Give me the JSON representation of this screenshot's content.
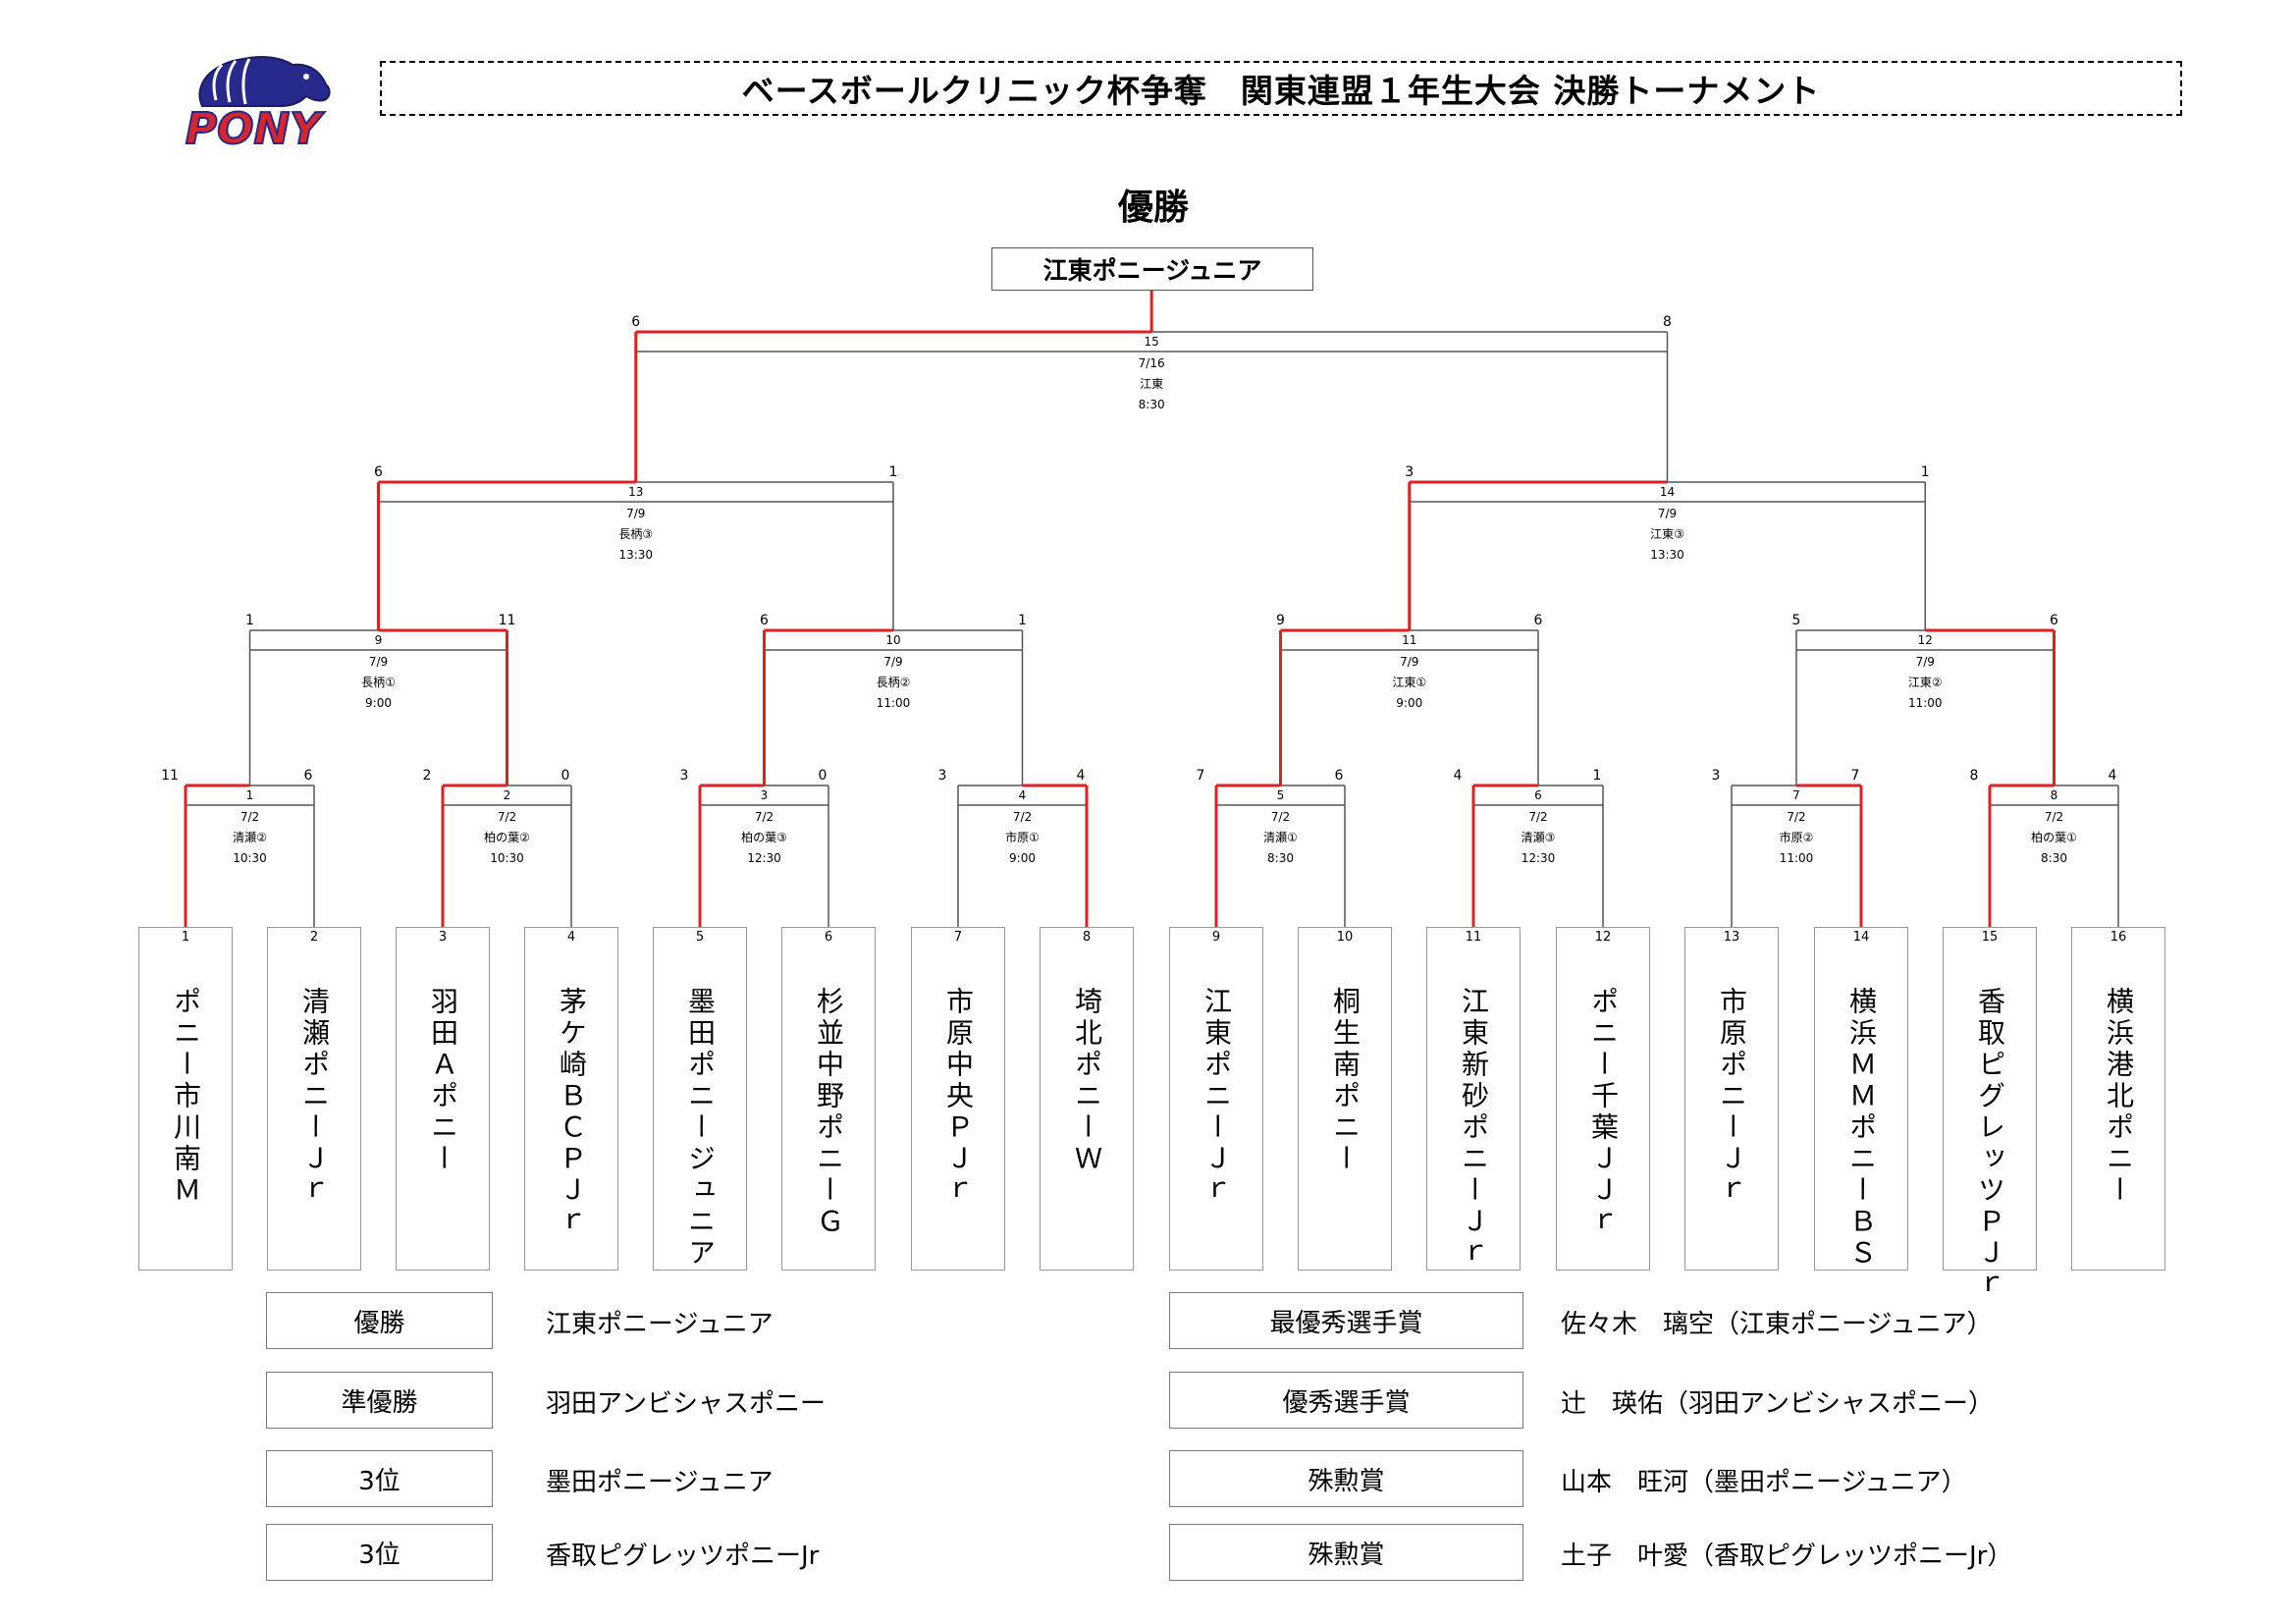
{
  "header": {
    "title": "ベースボールクリニック杯争奪　関東連盟１年生大会 決勝トーナメント",
    "logo_text": "PONY"
  },
  "champion": {
    "heading": "優勝",
    "name": "江東ポニージュニア"
  },
  "teams": [
    {
      "no": "1",
      "name": "ポニー市川南Ｍ"
    },
    {
      "no": "2",
      "name": "清瀬ポニーＪｒ"
    },
    {
      "no": "3",
      "name": "羽田Ａポニー"
    },
    {
      "no": "4",
      "name": "茅ケ崎ＢＣＰＪｒ"
    },
    {
      "no": "5",
      "name": "墨田ポニージュニア"
    },
    {
      "no": "6",
      "name": "杉並中野ポニーＧ"
    },
    {
      "no": "7",
      "name": "市原中央ＰＪｒ"
    },
    {
      "no": "8",
      "name": "埼北ポニーＷ"
    },
    {
      "no": "9",
      "name": "江東ポニーＪｒ"
    },
    {
      "no": "10",
      "name": "桐生南ポニー"
    },
    {
      "no": "11",
      "name": "江東新砂ポニーＪｒ"
    },
    {
      "no": "12",
      "name": "ポニー千葉ＪＪｒ"
    },
    {
      "no": "13",
      "name": "市原ポニーＪｒ"
    },
    {
      "no": "14",
      "name": "横浜ＭＭポニーＢＳ"
    },
    {
      "no": "15",
      "name": "香取ピグレッツＰＪｒ"
    },
    {
      "no": "16",
      "name": "横浜港北ポニー"
    }
  ],
  "games": [
    {
      "no": "1",
      "date": "7/2",
      "venue": "清瀬②",
      "time": "10:30",
      "score_l": "11",
      "score_r": "6",
      "winner": "left"
    },
    {
      "no": "2",
      "date": "7/2",
      "venue": "柏の葉②",
      "time": "10:30",
      "score_l": "2",
      "score_r": "0",
      "winner": "left"
    },
    {
      "no": "3",
      "date": "7/2",
      "venue": "柏の葉③",
      "time": "12:30",
      "score_l": "3",
      "score_r": "0",
      "winner": "left"
    },
    {
      "no": "4",
      "date": "7/2",
      "venue": "市原①",
      "time": "9:00",
      "score_l": "3",
      "score_r": "4",
      "winner": "right"
    },
    {
      "no": "5",
      "date": "7/2",
      "venue": "清瀬①",
      "time": "8:30",
      "score_l": "7",
      "score_r": "6",
      "winner": "left"
    },
    {
      "no": "6",
      "date": "7/2",
      "venue": "清瀬③",
      "time": "12:30",
      "score_l": "4",
      "score_r": "1",
      "winner": "left"
    },
    {
      "no": "7",
      "date": "7/2",
      "venue": "市原②",
      "time": "11:00",
      "score_l": "3",
      "score_r": "7",
      "winner": "right"
    },
    {
      "no": "8",
      "date": "7/2",
      "venue": "柏の葉①",
      "time": "8:30",
      "score_l": "8",
      "score_r": "4",
      "winner": "left"
    },
    {
      "no": "9",
      "date": "7/9",
      "venue": "長柄①",
      "time": "9:00",
      "score_l": "1",
      "score_r": "11",
      "winner": "right"
    },
    {
      "no": "10",
      "date": "7/9",
      "venue": "長柄②",
      "time": "11:00",
      "score_l": "6",
      "score_r": "1",
      "winner": "left"
    },
    {
      "no": "11",
      "date": "7/9",
      "venue": "江東①",
      "time": "9:00",
      "score_l": "9",
      "score_r": "6",
      "winner": "left"
    },
    {
      "no": "12",
      "date": "7/9",
      "venue": "江東②",
      "time": "11:00",
      "score_l": "5",
      "score_r": "6",
      "winner": "right"
    },
    {
      "no": "13",
      "date": "7/9",
      "venue": "長柄③",
      "time": "13:30",
      "score_l": "6",
      "score_r": "1",
      "winner": "left"
    },
    {
      "no": "14",
      "date": "7/9",
      "venue": "江東③",
      "time": "13:30",
      "score_l": "3",
      "score_r": "1",
      "winner": "left"
    },
    {
      "no": "15",
      "date": "7/16",
      "venue": "江東",
      "time": "8:30",
      "score_l": "6",
      "score_r": "8",
      "winner": "left"
    }
  ],
  "results": [
    {
      "label": "優勝",
      "value": "江東ポニージュニア"
    },
    {
      "label": "準優勝",
      "value": "羽田アンビシャスポニー"
    },
    {
      "label": "3位",
      "value": "墨田ポニージュニア"
    },
    {
      "label": "3位",
      "value": "香取ピグレッツポニーJr"
    }
  ],
  "awards": [
    {
      "label": "最優秀選手賞",
      "value": "佐々木　璃空（江東ポニージュニア）"
    },
    {
      "label": "優秀選手賞",
      "value": "辻　瑛佑（羽田アンビシャスポニー）"
    },
    {
      "label": "殊勲賞",
      "value": "山本　旺河（墨田ポニージュニア）"
    },
    {
      "label": "殊勲賞",
      "value": "土子　叶愛（香取ピグレッツポニーJr）"
    }
  ],
  "colors": {
    "winner_line": "#e02020",
    "line": "#555555",
    "logo_blue": "#27298c",
    "logo_red": "#d8262c"
  }
}
